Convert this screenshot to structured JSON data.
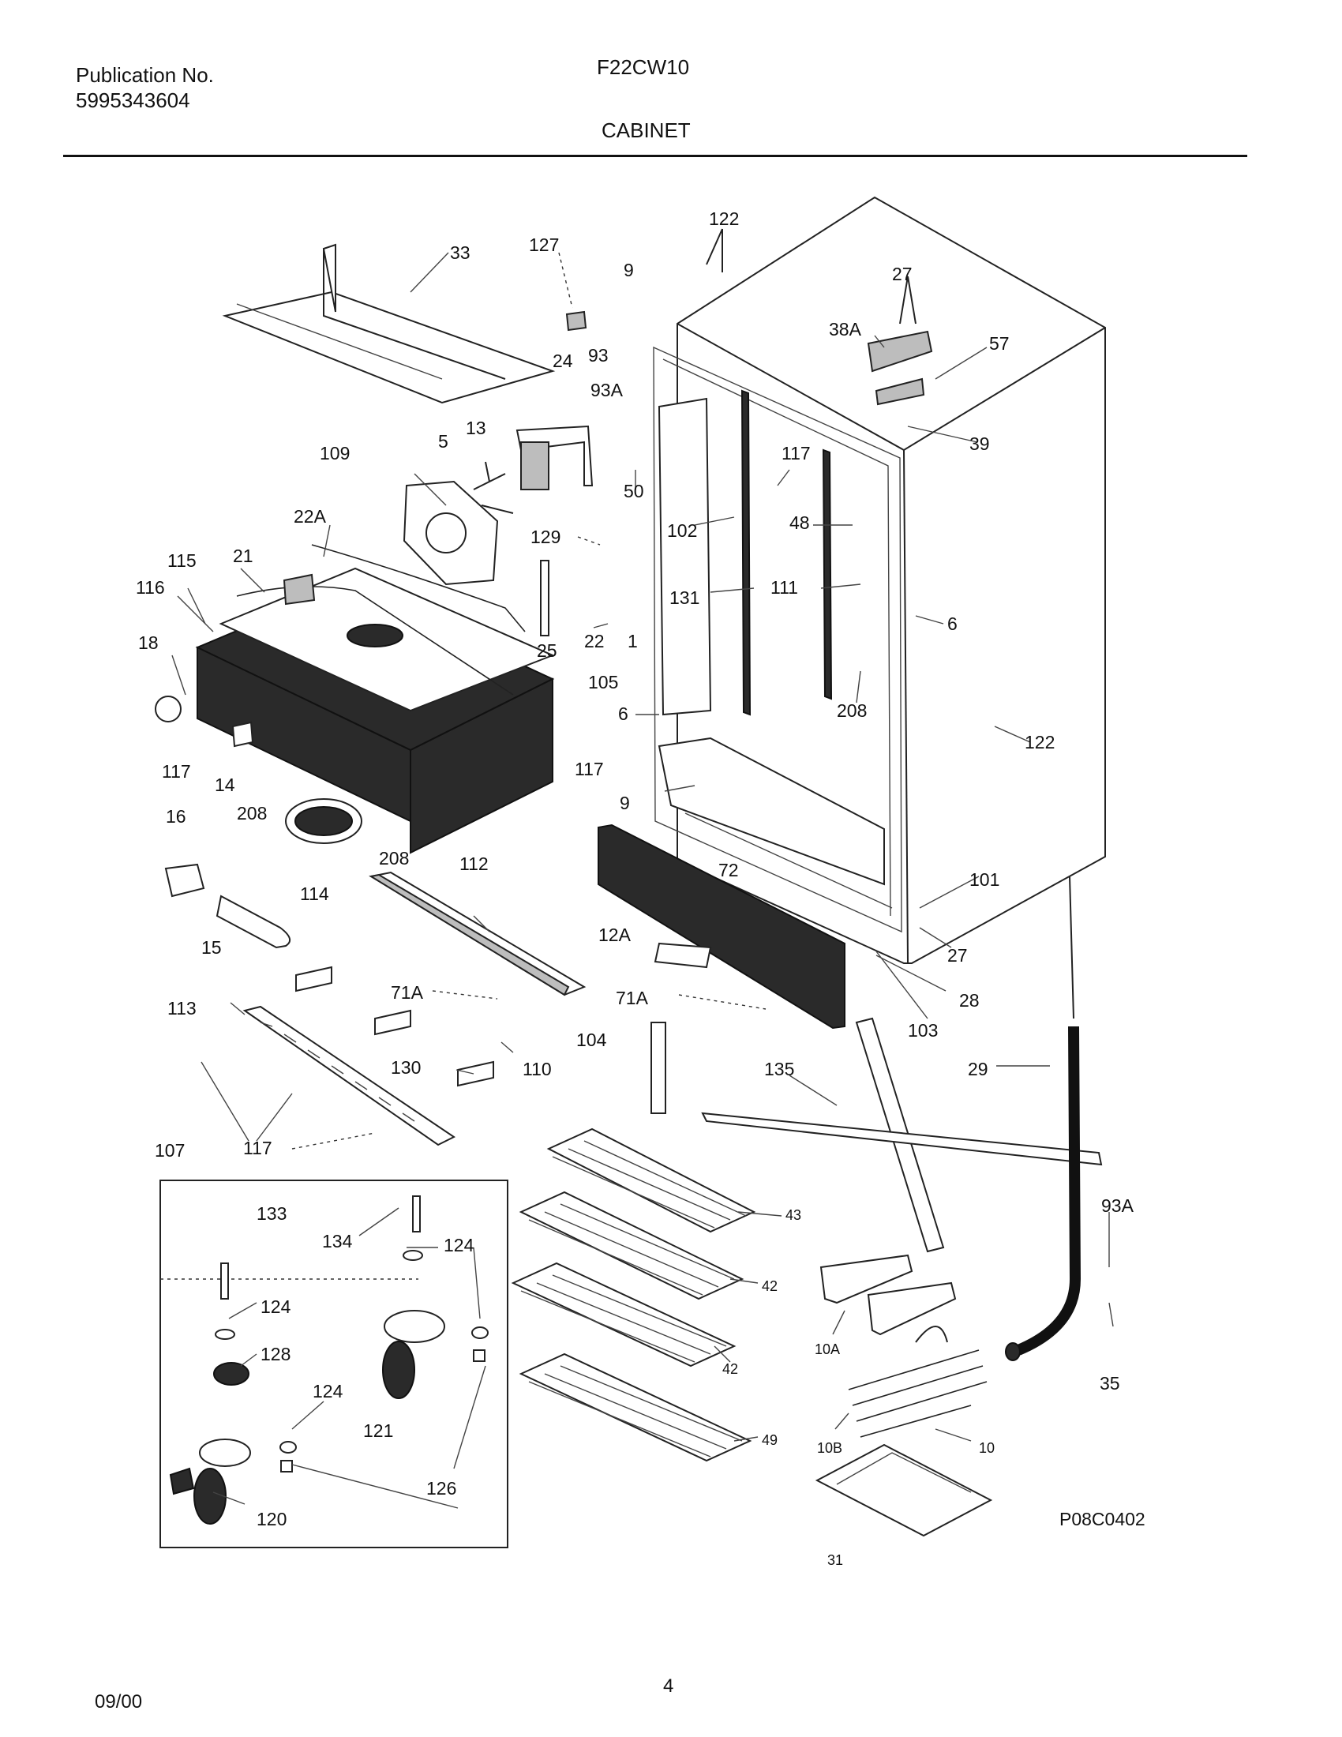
{
  "header": {
    "publication_label": "Publication No.",
    "publication_number": "5995343604",
    "model": "F22CW10",
    "section": "CABINET"
  },
  "footer": {
    "date": "09/00",
    "page": "4"
  },
  "diagram_code": "P08C0402",
  "callouts": {
    "c33": "33",
    "c127": "127",
    "c122a": "122",
    "c9a": "9",
    "c27a": "27",
    "c38A": "38A",
    "c57": "57",
    "c24": "24",
    "c93": "93",
    "c93A": "93A",
    "c13": "13",
    "c5": "5",
    "c39": "39",
    "c109": "109",
    "c50": "50",
    "c117a": "117",
    "c22A": "22A",
    "c129": "129",
    "c102": "102",
    "c48": "48",
    "c115": "115",
    "c21": "21",
    "c116": "116",
    "c131": "131",
    "c111": "111",
    "c6a": "6",
    "c18": "18",
    "c22": "22",
    "c1": "1",
    "c25": "25",
    "c105": "105",
    "c6b": "6",
    "c208a": "208",
    "c122b": "122",
    "c117b": "117",
    "c14": "14",
    "c117c": "117",
    "c9b": "9",
    "c208b": "208",
    "c16": "16",
    "c208c": "208",
    "c112": "112",
    "c72": "72",
    "c101": "101",
    "c114": "114",
    "c12A": "12A",
    "c15": "15",
    "c27b": "27",
    "c71A": "71A",
    "c71Ab": "71A",
    "c28": "28",
    "c113": "113",
    "c103": "103",
    "c104": "104",
    "c130": "130",
    "c110": "110",
    "c135": "135",
    "c29": "29",
    "c107": "107",
    "c117d": "117",
    "c133": "133",
    "c134": "134",
    "c124a": "124",
    "c43": "43",
    "c93Ab": "93A",
    "c124b": "124",
    "c42a": "42",
    "c128": "128",
    "c10A": "10A",
    "c42b": "42",
    "c124c": "124",
    "c35": "35",
    "c121": "121",
    "c49": "49",
    "c10B": "10B",
    "c10": "10",
    "c126": "126",
    "c120": "120",
    "c31": "31"
  }
}
